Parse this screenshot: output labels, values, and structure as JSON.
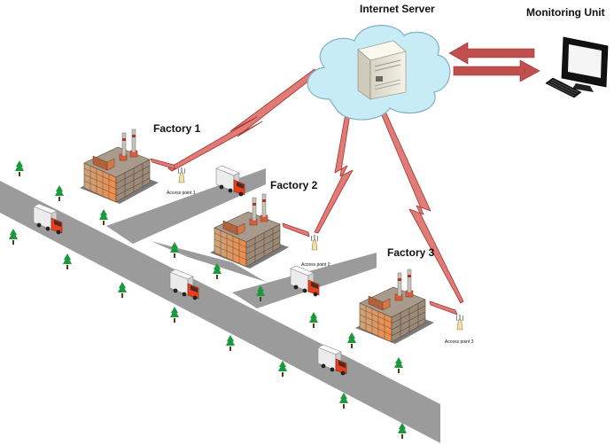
{
  "labels": {
    "internet_server": "Internet Server",
    "monitoring_unit": "Monitoring Unit",
    "factory1": "Factory 1",
    "factory2": "Factory 2",
    "factory3": "Factory 3",
    "ap1": "Access point 1",
    "ap2": "Access point 2",
    "ap3": "Access point 3"
  },
  "colors": {
    "cloud_fill": "#c8ecf6",
    "road": "#9b9b9b",
    "link_fill": "#e07b76",
    "link_stroke": "#a2332e",
    "truck_cab": "#e8401c",
    "tree": "#1a9a3a",
    "facade": "#e9a16a"
  },
  "icons": [
    "cloud-icon",
    "server-icon",
    "monitor-icon",
    "keyboard-icon",
    "factory-icon",
    "antenna-icon",
    "truck-icon",
    "tree-icon",
    "lightning-link-icon",
    "arrow-icon"
  ]
}
